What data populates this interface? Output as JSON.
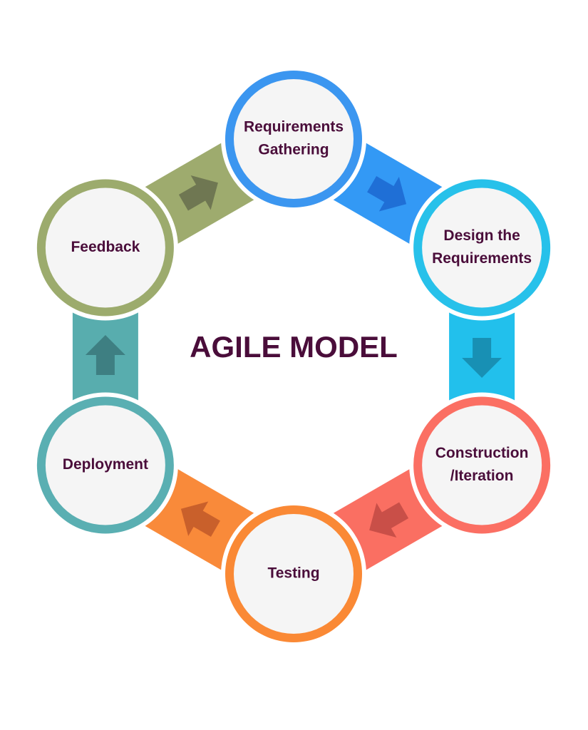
{
  "title": "AGILE MODEL",
  "stages": [
    {
      "lines": [
        "Requirements",
        "Gathering"
      ],
      "color": "#3b96f0"
    },
    {
      "lines": [
        "Design the",
        "Requirements"
      ],
      "color": "#27c1ea"
    },
    {
      "lines": [
        "Construction",
        "/Iteration"
      ],
      "color": "#fb6f63"
    },
    {
      "lines": [
        "Testing"
      ],
      "color": "#fa8935"
    },
    {
      "lines": [
        "Deployment"
      ],
      "color": "#5aafb2"
    },
    {
      "lines": [
        "Feedback"
      ],
      "color": "#9cab6d"
    }
  ],
  "connectors": [
    {
      "color": "#3399f5",
      "arrow_color": "#1f6fd6"
    },
    {
      "color": "#22c0ec",
      "arrow_color": "#1890b4"
    },
    {
      "color": "#fa6f62",
      "arrow_color": "#c94f48"
    },
    {
      "color": "#f98a3a",
      "arrow_color": "#c9602b"
    },
    {
      "color": "#58adae",
      "arrow_color": "#3e7f82"
    },
    {
      "color": "#9eab6e",
      "arrow_color": "#6f7752"
    }
  ],
  "circle_fill": "#f5f5f5"
}
